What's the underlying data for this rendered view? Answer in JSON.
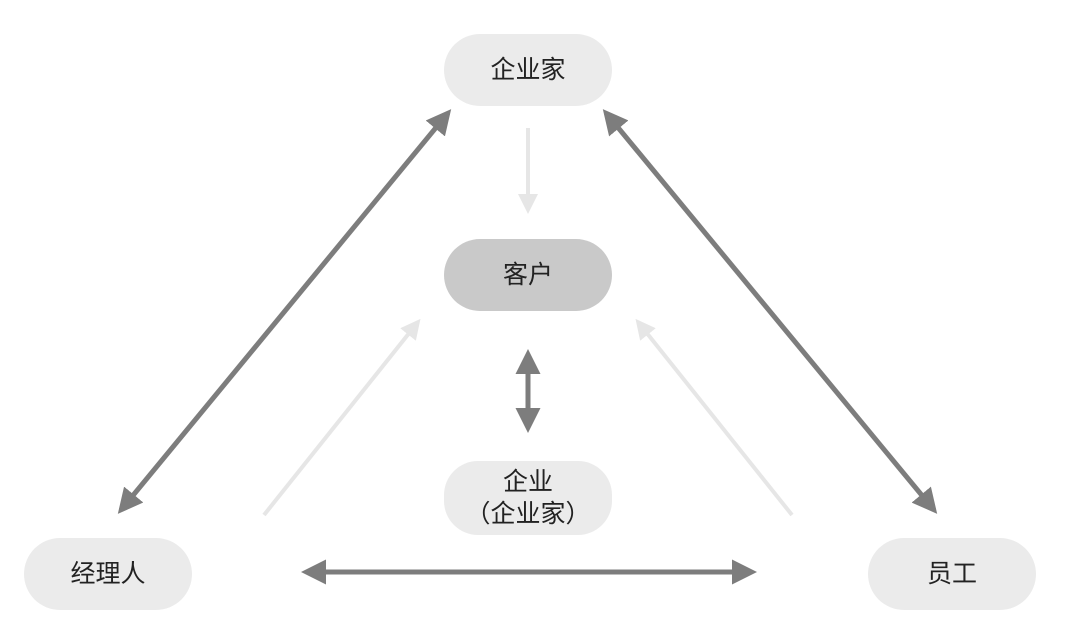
{
  "nodes": {
    "entrepreneur": {
      "label": "企业家"
    },
    "customer": {
      "label": "客户"
    },
    "enterprise": {
      "line1": "企业",
      "line2": "（企业家）"
    },
    "manager": {
      "label": "经理人"
    },
    "employee": {
      "label": "员工"
    }
  },
  "colors": {
    "strong_arrow": "#7d7d7d",
    "faint_arrow": "#e6e6e6",
    "node_light": "#ebebeb",
    "node_customer": "#c9c9c9",
    "text": "#222222"
  }
}
